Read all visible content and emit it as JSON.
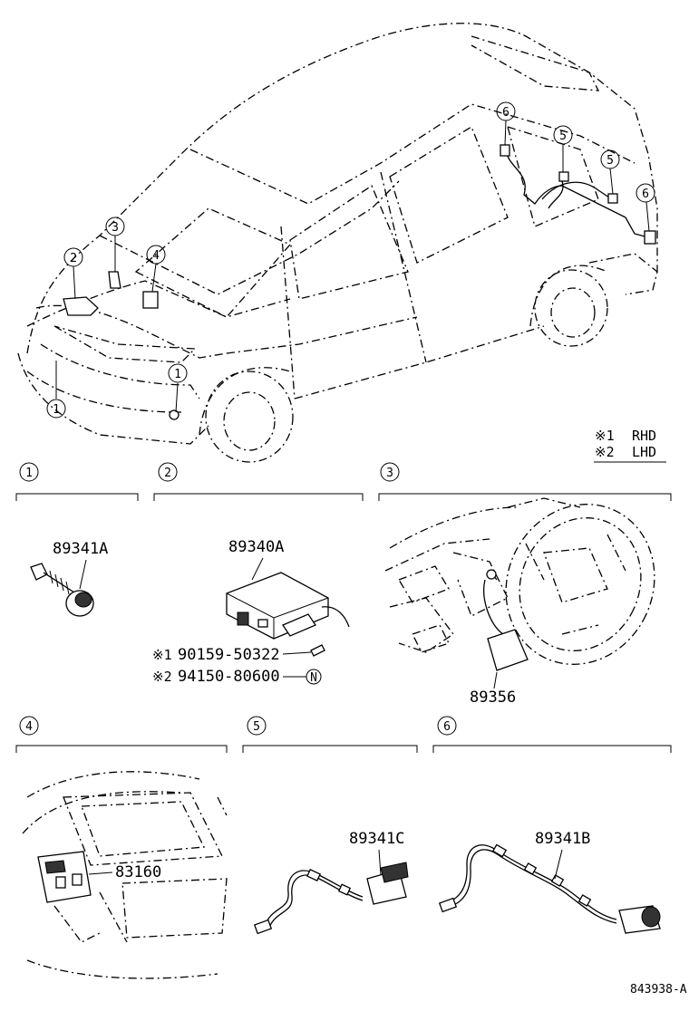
{
  "vehicle_callouts": [
    "1",
    "1",
    "2",
    "3",
    "4",
    "5",
    "5",
    "6",
    "6"
  ],
  "legend": {
    "row1_mark": "※1",
    "row1_text": "RHD",
    "row2_mark": "※2",
    "row2_text": "LHD"
  },
  "sections": [
    {
      "num": "1",
      "part": "89341A"
    },
    {
      "num": "2",
      "part": "89340A",
      "bolt1_mark": "※1",
      "bolt1": "90159-50322",
      "bolt2_mark": "※2",
      "bolt2": "94150-80600",
      "nut_symbol": "N"
    },
    {
      "num": "3",
      "part": "89356"
    },
    {
      "num": "4",
      "part": "83160"
    },
    {
      "num": "5",
      "part": "89341C"
    },
    {
      "num": "6",
      "part": "89341B"
    }
  ],
  "figure_code": "843938-A"
}
